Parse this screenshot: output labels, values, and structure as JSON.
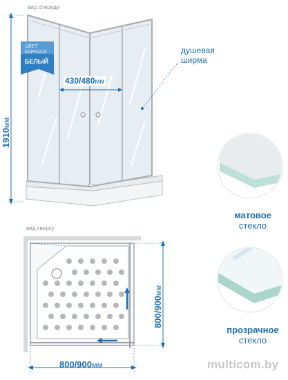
{
  "labels": {
    "front_view": "вид спереди",
    "top_view": "вид сверху",
    "frame_color_line1": "ЦВЕТ",
    "frame_color_line2": "КАРКАСА",
    "frame_color_value": "БЕЛЫЙ",
    "door_width": "430/480",
    "door_width_unit": "мм",
    "height": "1910",
    "height_unit": "мм",
    "shower_screen_line1": "душевая",
    "shower_screen_line2": "ширма",
    "base_width": "800/900",
    "base_width_unit": "мм",
    "base_depth": "800/900",
    "base_depth_unit": "мм",
    "matte_glass_line1": "матовое",
    "matte_glass_line2": "стекло",
    "clear_glass_line1": "прозрачное",
    "clear_glass_line2": "стекло",
    "watermark": "multicom.by"
  },
  "colors": {
    "accent": "#1f6fb2",
    "frame": "#b9bcc0",
    "glass": "#dfe8ee"
  }
}
